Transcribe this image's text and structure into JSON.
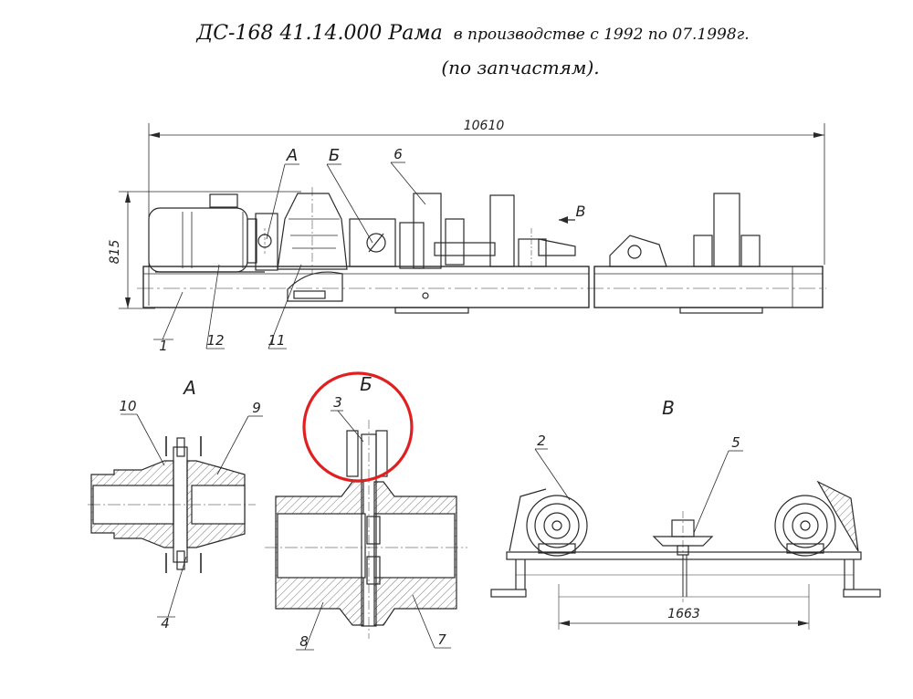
{
  "title": {
    "main": "ДС-168 41.14.000 Рама",
    "period": "в производстве с 1992 по 07.1998г.",
    "note": "(по запчастям)."
  },
  "dimensions": {
    "overall_length": "10610",
    "overall_height": "815",
    "support_span": "1663"
  },
  "views": {
    "detail_a": "А",
    "detail_b": "Б",
    "view_v": "В"
  },
  "callouts": {
    "p1": "1",
    "p2": "2",
    "p3": "3",
    "p4": "4",
    "p5": "5",
    "p6": "6",
    "p7": "7",
    "p8": "8",
    "p9": "9",
    "p10": "10",
    "p11": "11",
    "p12": "12"
  },
  "colors": {
    "line": "#2a2a2a",
    "highlight": "#e02020"
  }
}
